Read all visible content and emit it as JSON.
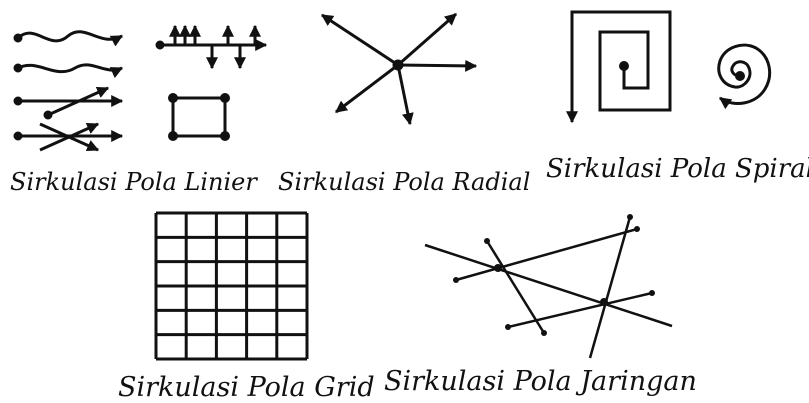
{
  "colors": {
    "ink": "#111111",
    "background": "#ffffff"
  },
  "panels": {
    "linier": {
      "caption": "Sirkulasi Pola Linier"
    },
    "radial": {
      "caption": "Sirkulasi Pola Radial"
    },
    "spiral": {
      "caption": "Sirkulasi Pola Spiral"
    },
    "grid": {
      "caption": "Sirkulasi Pola Grid",
      "rows": 6,
      "cols": 5
    },
    "jaringan": {
      "caption": "Sirkulasi Pola Jaringan"
    }
  }
}
